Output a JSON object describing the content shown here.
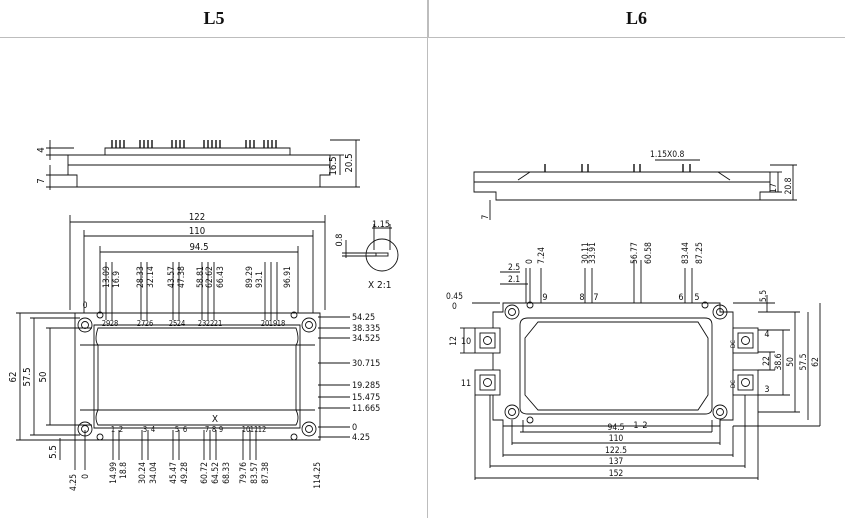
{
  "headers": {
    "left": "L5",
    "right": "L6"
  },
  "l5": {
    "side": {
      "d4": "4",
      "d7": "7",
      "d165": "16.5",
      "d205": "20.5"
    },
    "top": {
      "w122": "122",
      "w110": "110",
      "w945": "94.5",
      "pin_top_dims": [
        "13.09",
        "16.9",
        "28.33",
        "32.14",
        "43.57",
        "47.38",
        "58.81",
        "62.62",
        "66.43",
        "89.29",
        "93.1",
        "96.91"
      ],
      "pin_top_labels": [
        "29",
        "28",
        "27",
        "26",
        "25",
        "24",
        "23",
        "22",
        "21",
        "20",
        "19",
        "18"
      ],
      "pin_bot_labels": [
        "1",
        "2",
        "3",
        "4",
        "5",
        "6",
        "7",
        "8",
        "9",
        "10",
        "11",
        "12"
      ],
      "pin_bot_dims": [
        "14.99",
        "18.8",
        "30.24",
        "34.04",
        "45.47",
        "49.28",
        "60.72",
        "64.52",
        "68.33",
        "79.76",
        "83.57",
        "87.38"
      ],
      "right_dims": [
        "54.25",
        "38.335",
        "34.525",
        "30.715",
        "19.285",
        "15.475",
        "11.665",
        "0",
        "4.25"
      ],
      "left_dims": {
        "h62": "62",
        "h575": "57.5",
        "h50": "50",
        "d55": "5.5",
        "d425": "4.25",
        "zero_l": "0",
        "zero_t": "0"
      },
      "x_mark": "X",
      "bottom_extra": "114.25"
    },
    "detail": {
      "d115": "1.15",
      "d08": "0.8",
      "scale": "X 2:1"
    }
  },
  "l6": {
    "side": {
      "d115": "1.15X0.8",
      "d17": "17",
      "d208": "20.8",
      "d7": "7"
    },
    "top": {
      "top_dims": [
        "2.5",
        "2.1",
        "0",
        "7.24",
        "30.11",
        "33.91",
        "56.77",
        "60.58",
        "83.44",
        "87.25"
      ],
      "pin_labels": [
        "9",
        "8",
        "7",
        "6",
        "5",
        "4",
        "3",
        "2",
        "1",
        "10",
        "11"
      ],
      "left_dims": {
        "d045": "0.45",
        "d0": "0",
        "d12": "12"
      },
      "right_dims": [
        "5.5",
        "22",
        "38.6",
        "50",
        "57.5",
        "62"
      ],
      "bottom_dims": [
        "94.5",
        "110",
        "122.5",
        "137",
        "152"
      ],
      "dc_labels": [
        "DC",
        "DC"
      ]
    }
  }
}
